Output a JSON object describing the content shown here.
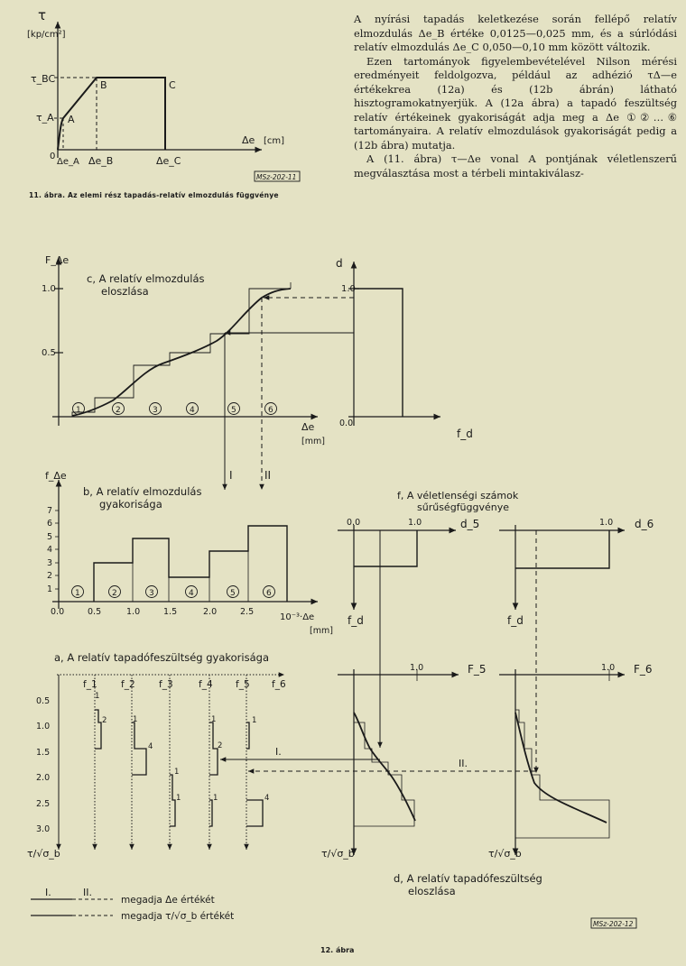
{
  "text_column": {
    "p1": "A nyírási tapadás keletkezése során fellépő relatív elmozdulás Δe_B értéke 0,0125—0,025 mm, és a súrlódási relatív elmozdulás Δe_C 0,050—0,10 mm között változik.",
    "p2": "Ezen tartományok figyelembevételével Nilson mérési eredményeit feldolgozva, például az adhézió τΔ—e értékekrea (12a) és (12b ábrán) látható hisztogramokatnyerjük. A (12a ábra) a tapadó feszültség relatív értékeinek gyakoriságát adja meg a Δe ①②…⑥ tartományaira. A relatív elmozdulások gyakoriságát pedig a (12b ábra) mutatja.",
    "p3": "A (11. ábra) τ—Δe vonal A pontjának véletlenszerű megválasztása most a térbeli mintakiválasz-"
  },
  "fig11": {
    "y_symbol": "τ",
    "y_unit": "[kp/cm²]",
    "tau_bc": "τ_BC",
    "tau_a": "τ_A",
    "point_a": "A",
    "point_b": "B",
    "point_c": "C",
    "origin": "0",
    "x_ticks": [
      "Δe_A",
      "Δe_B",
      "Δe_C"
    ],
    "x_label": "Δe",
    "x_unit": "[cm]",
    "stamp": "MSz-202-11",
    "caption": "11. ábra. Az elemi rész tapadás-relatív elmozdulás függvénye"
  },
  "fig12": {
    "c": {
      "y_label": "F_Δe",
      "title_1": "c, A relatív elmozdulás",
      "title_2": "eloszlása",
      "y_ticks": [
        "1.0",
        "0.5"
      ],
      "x_label": "Δe",
      "x_unit": "[mm]",
      "ranges": [
        "1",
        "2",
        "3",
        "4",
        "5",
        "6"
      ]
    },
    "d_panel": {
      "y_label": "d",
      "top_tick": "1.0",
      "origin": "0.0",
      "x_label": "f_d"
    },
    "b": {
      "y_label": "f_Δe",
      "title_1": "b, A relatív elmozdulás",
      "title_2": "gyakorisága",
      "y_ticks": [
        "7",
        "6",
        "5",
        "4",
        "3",
        "2",
        "1"
      ],
      "x_ticks": [
        "0.0",
        "0.5",
        "1.0",
        "1.5",
        "2.0",
        "2.5"
      ],
      "x_label": "10⁻³·Δe",
      "x_unit": "[mm]",
      "ranges": [
        "1",
        "2",
        "3",
        "4",
        "5",
        "6"
      ],
      "marker_1": "I",
      "marker_2": "II"
    },
    "f": {
      "title_1": "f, A véletlenségi számok",
      "title_2": "sűrűségfüggvénye",
      "left_origin": "0.0",
      "left_tick": "1.0",
      "left_x": "d_5",
      "left_y": "f_d",
      "right_tick": "1.0",
      "right_x": "d_6",
      "right_y": "f_d"
    },
    "a": {
      "title": "a, A relatív tapadófeszültség gyakorisága",
      "y_ticks": [
        "0.5",
        "1.0",
        "1.5",
        "2.0",
        "2.5",
        "3.0"
      ],
      "columns": [
        "f_1",
        "f_2",
        "f_3",
        "f_4",
        "f_5",
        "f_6"
      ],
      "y_label": "τ/√σ_b"
    },
    "d": {
      "left_top": "1.0",
      "left_label": "F_5",
      "right_top": "1.0",
      "right_label": "F_6",
      "y_label": "τ/√σ_b",
      "marker_1": "I.",
      "marker_2": "II.",
      "title_1": "d, A relatív tapadófeszültség",
      "title_2": "eloszlása"
    },
    "legend": {
      "row1_a": "I.",
      "row1_b": "II.",
      "row1_text": "megadja Δe értékét",
      "row2_text": "megadja τ/√σ_b értékét"
    },
    "stamp": "MSz-202-12",
    "caption": "12. ábra"
  },
  "colors": {
    "paper": "#e4e2c4",
    "ink": "#1a1a1a"
  }
}
